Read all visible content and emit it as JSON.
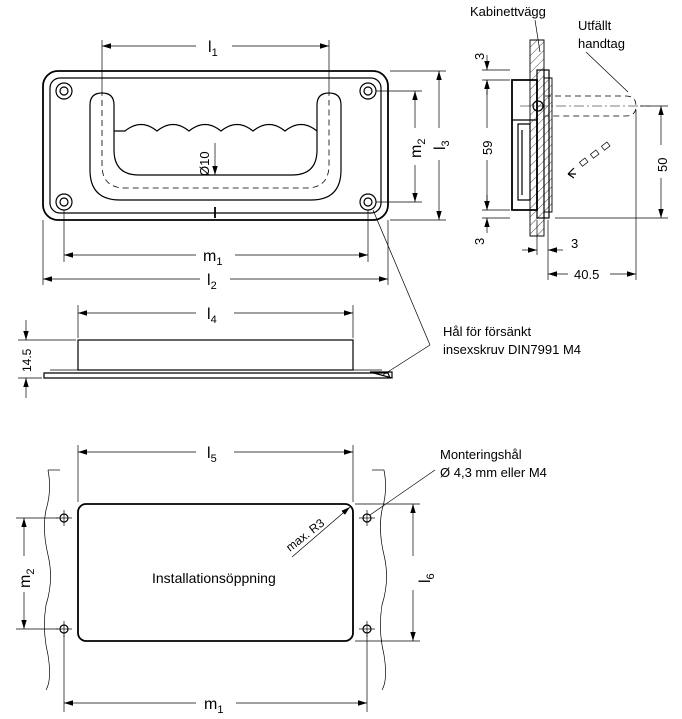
{
  "dimensions": {
    "l1": "l1",
    "l2": "l2",
    "l3": "l3",
    "l4": "l4",
    "l5": "l5",
    "l6": "l6",
    "m1_top": "m1",
    "m2_top": "m2",
    "m1_bottom": "m1",
    "m2_bottom": "m2",
    "dia_grip": "Ø10",
    "height_14_5": "14.5",
    "side_3_top": "3",
    "side_59": "59",
    "side_3_bottom": "3",
    "side_3_right": "3",
    "side_50": "50",
    "side_40_5": "40.5",
    "max_r3": "max. R3"
  },
  "labels": {
    "cabinet_wall": "Kabinettvägg",
    "unfolded_handle_line1": "Utfällt",
    "unfolded_handle_line2": "handtag",
    "screw_hole_line1": "Hål för försänkt",
    "screw_hole_line2": "insexskruv DIN7991 M4",
    "mount_hole_line1": "Monteringshål",
    "mount_hole_line2": "Ø 4,3 mm eller M4",
    "install_opening": "Installationsöppning"
  }
}
